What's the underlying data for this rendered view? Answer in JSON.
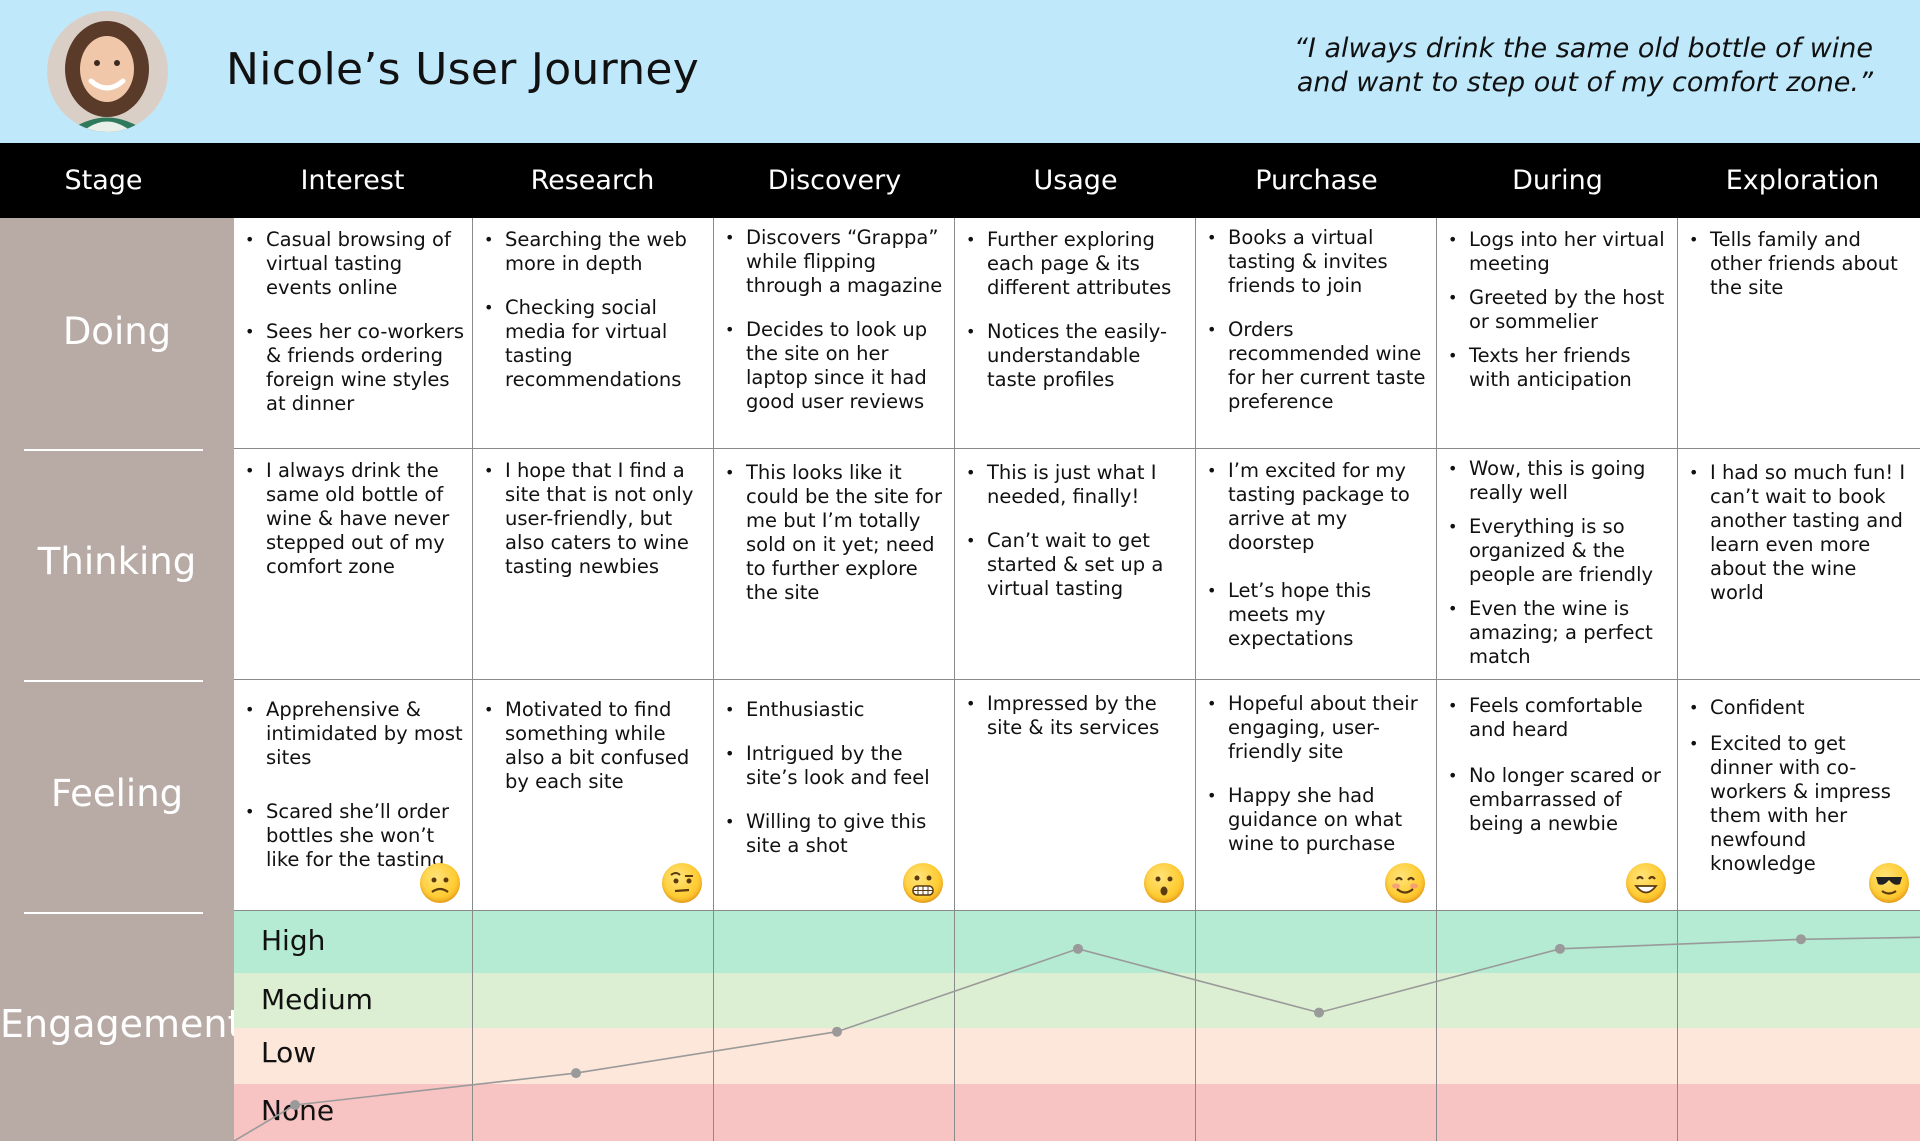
{
  "header": {
    "title": "Nicole’s User Journey",
    "quote": "“I always drink the same old bottle of wine\nand want to step out of my comfort zone.”"
  },
  "stage_label": "Stage",
  "stages": [
    "Interest",
    "Research",
    "Discovery",
    "Usage",
    "Purchase",
    "During",
    "Exploration"
  ],
  "rows": {
    "doing": {
      "label": "Doing",
      "cells": [
        [
          "Casual browsing of virtual tasting events online",
          "Sees her co-workers & friends ordering foreign wine styles at dinner"
        ],
        [
          "Searching the web more in depth",
          "Checking social media for virtual tasting recommendations"
        ],
        [
          "Discovers “Grappa” while flipping through a magazine",
          "Decides to look up the site on her laptop since it had good user reviews"
        ],
        [
          "Further exploring each page & its different attributes",
          "Notices the easily-understandable taste profiles"
        ],
        [
          "Books a virtual tasting & invites friends to join",
          "Orders recommended wine for her current taste preference"
        ],
        [
          "Logs into her virtual meeting",
          "Greeted by the host or sommelier",
          "Texts her friends with anticipation"
        ],
        [
          "Tells family and other friends about the site"
        ]
      ]
    },
    "thinking": {
      "label": "Thinking",
      "cells": [
        [
          "I always drink the same old bottle of wine & have never stepped out of my comfort zone"
        ],
        [
          "I hope that I find a site that is not only user-friendly, but also caters to wine tasting newbies"
        ],
        [
          "This looks like it could be the site for me but I’m totally sold on it yet; need to further explore the site"
        ],
        [
          "This is just what I needed, finally!",
          "Can’t wait to get started & set up a virtual tasting"
        ],
        [
          "I’m excited for my tasting package to arrive at my doorstep",
          "Let’s hope this meets my expectations"
        ],
        [
          "Wow, this is going really well",
          "Everything is so organized & the people are friendly",
          "Even the wine is amazing; a perfect match"
        ],
        [
          "I had so much fun! I can’t wait to book another tasting and learn even more about the wine world"
        ]
      ]
    },
    "feeling": {
      "label": "Feeling",
      "cells": [
        [
          "Apprehensive & intimidated by most sites",
          "Scared she’ll order bottles she won’t like for the tasting"
        ],
        [
          "Motivated to find something while also a bit confused by each site"
        ],
        [
          "Enthusiastic",
          "Intrigued by the site’s look and feel",
          "Willing to give this site a shot"
        ],
        [
          "Impressed by the site & its services"
        ],
        [
          "Hopeful about their engaging, user-friendly site",
          "Happy she had guidance on what wine to purchase"
        ],
        [
          "Feels comfortable and heard",
          "No longer scared or embarrassed of being a newbie"
        ],
        [
          "Confident",
          "Excited to get dinner with co-workers & impress them with her newfound knowledge"
        ]
      ],
      "emojis": [
        "worried-face-icon",
        "raised-eyebrow-face-icon",
        "grimacing-face-icon",
        "hushed-face-icon",
        "smiling-face-icon",
        "grinning-face-icon",
        "sunglasses-face-icon"
      ]
    },
    "engagement": {
      "label": "Engagement",
      "levels": [
        "High",
        "Medium",
        "Low",
        "None"
      ],
      "level_colors": [
        "#b5ead3",
        "#dcefd3",
        "#fde6da",
        "#f7c3c3"
      ],
      "line_color": "#9a9a9a"
    }
  },
  "chart_data": {
    "type": "line",
    "categories": [
      "Interest",
      "Research",
      "Discovery",
      "Usage",
      "Purchase",
      "During",
      "Exploration"
    ],
    "y_levels": [
      "None",
      "Low",
      "Medium",
      "High"
    ],
    "values": [
      0.8,
      1.3,
      1.95,
      3.25,
      2.25,
      3.25,
      3.4
    ],
    "ylim": [
      0,
      4
    ],
    "grid": false
  }
}
